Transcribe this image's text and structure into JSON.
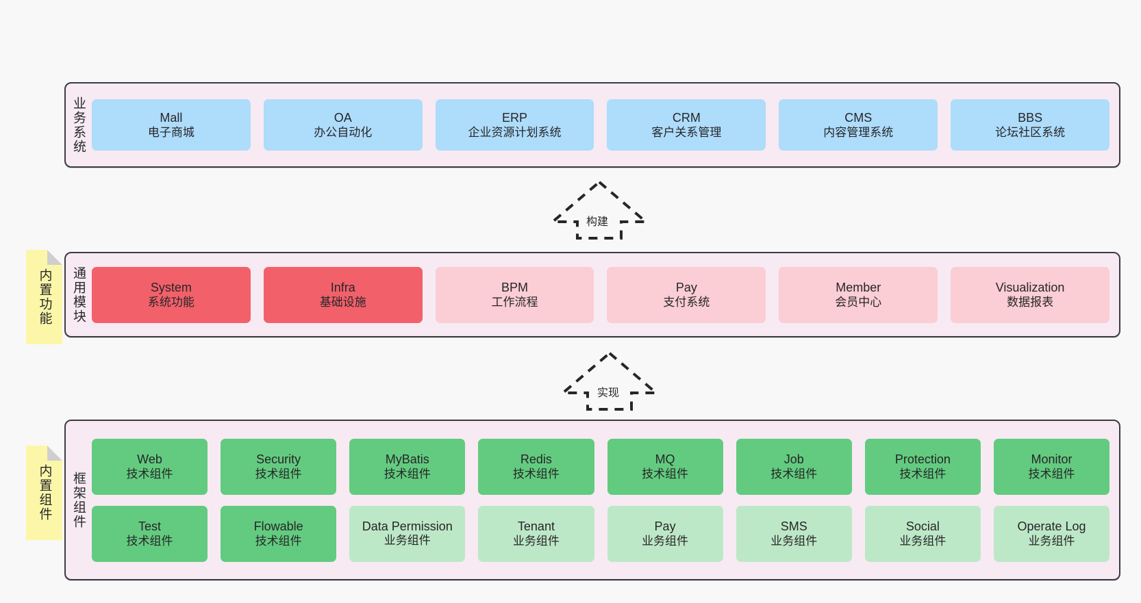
{
  "diagram": {
    "title_hidden": "",
    "background": "#f8f8f8",
    "panel_bg": "#f7eaf3",
    "panel_border": "#3b3b40",
    "note_bg": "#fcf7a8"
  },
  "layers": [
    {
      "id": "business-systems",
      "title": "业务系统",
      "note": null,
      "rows": [
        {
          "items": [
            {
              "en": "Mall",
              "cn": "电子商城",
              "color": "#aedcfb",
              "variant": "c-blue"
            },
            {
              "en": "OA",
              "cn": "办公自动化",
              "color": "#aedcfb",
              "variant": "c-blue"
            },
            {
              "en": "ERP",
              "cn": "企业资源计划系统",
              "color": "#aedcfb",
              "variant": "c-blue"
            },
            {
              "en": "CRM",
              "cn": "客户关系管理",
              "color": "#aedcfb",
              "variant": "c-blue"
            },
            {
              "en": "CMS",
              "cn": "内容管理系统",
              "color": "#aedcfb",
              "variant": "c-blue"
            },
            {
              "en": "BBS",
              "cn": "论坛社区系统",
              "color": "#aedcfb",
              "variant": "c-blue"
            }
          ]
        }
      ]
    },
    {
      "id": "common-modules",
      "title": "通用模块",
      "note": "内置功能",
      "rows": [
        {
          "items": [
            {
              "en": "System",
              "cn": "系统功能",
              "color": "#f2606a",
              "variant": "c-red"
            },
            {
              "en": "Infra",
              "cn": "基础设施",
              "color": "#f2606a",
              "variant": "c-red"
            },
            {
              "en": "BPM",
              "cn": "工作流程",
              "color": "#fbcdd4",
              "variant": "c-pink"
            },
            {
              "en": "Pay",
              "cn": "支付系统",
              "color": "#fbcdd4",
              "variant": "c-pink"
            },
            {
              "en": "Member",
              "cn": "会员中心",
              "color": "#fbcdd4",
              "variant": "c-pink"
            },
            {
              "en": "Visualization",
              "cn": "数据报表",
              "color": "#fbcdd4",
              "variant": "c-pink"
            }
          ]
        }
      ]
    },
    {
      "id": "framework-components",
      "title": "框架组件",
      "note": "内置组件",
      "rows": [
        {
          "items": [
            {
              "en": "Web",
              "cn": "技术组件",
              "color": "#63cb7f",
              "variant": "c-green"
            },
            {
              "en": "Security",
              "cn": "技术组件",
              "color": "#63cb7f",
              "variant": "c-green"
            },
            {
              "en": "MyBatis",
              "cn": "技术组件",
              "color": "#63cb7f",
              "variant": "c-green"
            },
            {
              "en": "Redis",
              "cn": "技术组件",
              "color": "#63cb7f",
              "variant": "c-green"
            },
            {
              "en": "MQ",
              "cn": "技术组件",
              "color": "#63cb7f",
              "variant": "c-green"
            },
            {
              "en": "Job",
              "cn": "技术组件",
              "color": "#63cb7f",
              "variant": "c-green"
            },
            {
              "en": "Protection",
              "cn": "技术组件",
              "color": "#63cb7f",
              "variant": "c-green"
            },
            {
              "en": "Monitor",
              "cn": "技术组件",
              "color": "#63cb7f",
              "variant": "c-green"
            }
          ]
        },
        {
          "items": [
            {
              "en": "Test",
              "cn": "技术组件",
              "color": "#63cb7f",
              "variant": "c-green"
            },
            {
              "en": "Flowable",
              "cn": "技术组件",
              "color": "#63cb7f",
              "variant": "c-green"
            },
            {
              "en": "Data Permission",
              "cn": "业务组件",
              "color": "#bde8c7",
              "variant": "c-lightgreen"
            },
            {
              "en": "Tenant",
              "cn": "业务组件",
              "color": "#bde8c7",
              "variant": "c-lightgreen"
            },
            {
              "en": "Pay",
              "cn": "业务组件",
              "color": "#bde8c7",
              "variant": "c-lightgreen"
            },
            {
              "en": "SMS",
              "cn": "业务组件",
              "color": "#bde8c7",
              "variant": "c-lightgreen"
            },
            {
              "en": "Social",
              "cn": "业务组件",
              "color": "#bde8c7",
              "variant": "c-lightgreen"
            },
            {
              "en": "Operate Log",
              "cn": "业务组件",
              "color": "#bde8c7",
              "variant": "c-lightgreen"
            }
          ]
        }
      ]
    }
  ],
  "connectors": [
    {
      "id": "build",
      "label": "构建",
      "from": "common-modules",
      "to": "business-systems"
    },
    {
      "id": "implement",
      "label": "实现",
      "from": "framework-components",
      "to": "common-modules"
    }
  ]
}
